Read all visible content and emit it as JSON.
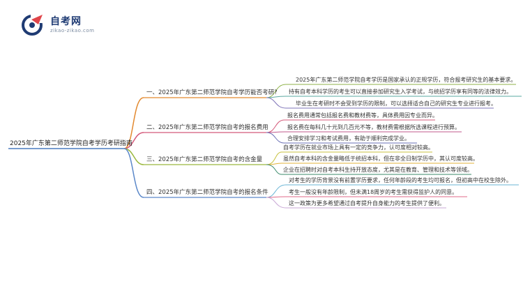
{
  "logo": {
    "title": "自考网",
    "url": "zikao-zikao.com",
    "colors": {
      "blue": "#1f3b73",
      "red": "#e0454a"
    }
  },
  "root": {
    "label": "2025年广东第二师范学院自考学历考研指南",
    "color": "#4a7cbf"
  },
  "branches": [
    {
      "label": "一、2025年广东第二师范学院自考学历能否考研?",
      "color": "#e2892f",
      "children": [
        {
          "text": "2025年广东第二师范学院自考学历是国家承认的正规学历，符合报考研究生的基本要求。",
          "color": "#8fb24a"
        },
        {
          "text": "持有自考本科学历的考生可以直接参加研究生入学考试，与统招学历享有同等的法律效力。",
          "color": "#5aa8a0"
        },
        {
          "text": "毕业生在考研时不会受到学历的限制，可以选择适合自己的研究生专业进行报考。",
          "color": "#7f74b8"
        }
      ]
    },
    {
      "label": "二、2025年广东第二师范学院自考的报名费用",
      "color": "#d4597a",
      "children": [
        {
          "text": "报名费用通常包括报名费和教材费等，具体费用因专业而异。",
          "color": "#d4597a"
        },
        {
          "text": "报名费在每科几十元到几百元不等，教材费需根据所选课程进行预算。",
          "color": "#c05a8e"
        },
        {
          "text": "合理安排学习和考试费用，有助于顺利完成学业。",
          "color": "#6a6fb5"
        }
      ]
    },
    {
      "label": "三、2025年广东第二师范学院自考的含金量",
      "color": "#9ab83e",
      "children": [
        {
          "text": "自考学历在就业市场上具有一定的竞争力，认可度相对较高。",
          "color": "#c8c240"
        },
        {
          "text": "虽然自考本科的含金量略低于统招本科，但在非全日制学历中，其认可度较高。",
          "color": "#e2b33a"
        },
        {
          "text": "企业在招聘时对自考本科生持开放态度，尤其是在教育、管理和技术等领域。",
          "color": "#3a8a6a"
        }
      ]
    },
    {
      "label": "四、2025年广东第二师范学院自考的报名条件",
      "color": "#5b88c9",
      "children": [
        {
          "text": "对考生的学历背景没有前置学历要求，任何年龄段的考生均可报名，但初高中在校生除外。",
          "color": "#6bb6d6"
        },
        {
          "text": "考生一般没有年龄限制，但未满18周岁的考生需获得监护人的同意。",
          "color": "#e06a8a"
        },
        {
          "text": "这一政策为更多希望通过自考提升自身能力的考生提供了便利。",
          "color": "#c9a8d6"
        }
      ]
    }
  ]
}
